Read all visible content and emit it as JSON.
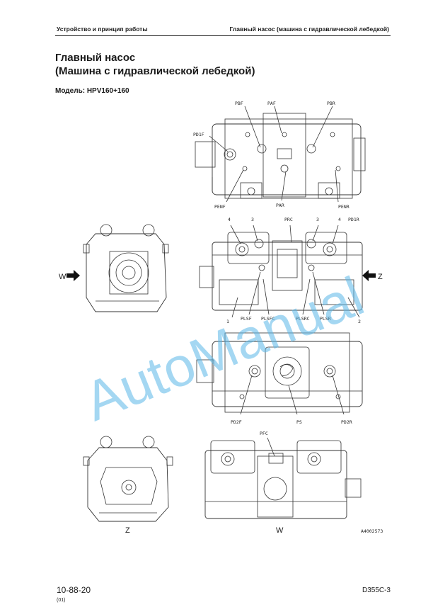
{
  "header": {
    "left": "Устройство и принцип работы",
    "right": "Главный насос  (машина с гидравлической лебедкой)"
  },
  "title": {
    "line1": "Главный насос",
    "line2": "(Машина с гидравлической лебедкой)"
  },
  "model": "Модель: HPV160+160",
  "labels": {
    "pbf": "PBF",
    "paf": "PAF",
    "pbr": "PBR",
    "pd1f": "PD1F",
    "penf": "PENF",
    "par": "PAR",
    "penr": "PENR",
    "n4a": "4",
    "n3a": "3",
    "prc": "PRC",
    "n3b": "3",
    "n4b": "4",
    "pd1r": "PD1R",
    "n1": "1",
    "plsf": "PLSF",
    "plsfc": "PLSFC",
    "plsrc": "PLSRC",
    "plsr": "PLSR",
    "n2": "2",
    "w": "W",
    "z": "Z",
    "pd2f": "PD2F",
    "ps": "PS",
    "pd2r": "PD2R",
    "pfc": "PFC",
    "z_bottom": "Z",
    "w_bottom": "W",
    "drawing_no": "A4002573"
  },
  "watermark": "AutoManual",
  "footer": {
    "page": "10-88-20",
    "sub": "(01)",
    "model": "D355C-3"
  }
}
